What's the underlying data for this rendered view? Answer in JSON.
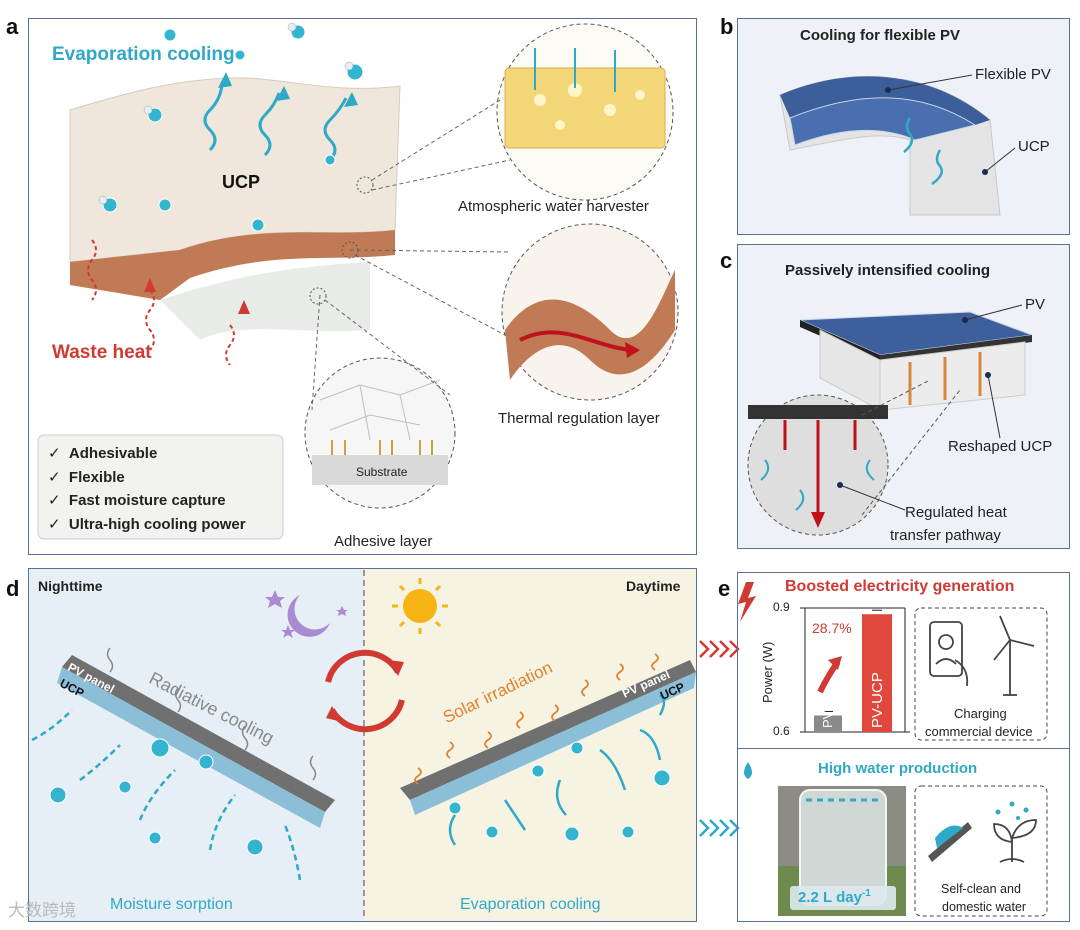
{
  "panels": {
    "a": {
      "label": "a",
      "evaporation": "Evaporation  cooling",
      "ucp": "UCP",
      "waste_heat": "Waste heat",
      "zoom_water": "Atmospheric water harvester",
      "zoom_thermal": "Thermal regulation layer",
      "zoom_adhesive": "Adhesive layer",
      "substrate": "Substrate",
      "features": [
        "Adhesivable",
        "Flexible",
        "Fast moisture capture",
        "Ultra-high cooling power"
      ],
      "check": "✓"
    },
    "b": {
      "label": "b",
      "title": "Cooling for flexible PV",
      "pv_label": "Flexible PV",
      "ucp_label": "UCP"
    },
    "c": {
      "label": "c",
      "title": "Passively intensified cooling",
      "pv_label": "PV",
      "reshaped": "Reshaped UCP",
      "pathway_1": "Regulated heat",
      "pathway_2": "transfer pathway"
    },
    "d": {
      "label": "d",
      "night": "Nighttime",
      "day": "Daytime",
      "radiative": "Radiative cooling",
      "solar": "Solar irradiation",
      "pv_panel_left": "PV panel",
      "ucp_left": "UCP",
      "pv_panel_right": "PV panel",
      "ucp_right": "UCP",
      "moisture": "Moisture sorption",
      "evap": "Evaporation cooling"
    },
    "e": {
      "label": "e",
      "boost_title": "Boosted electricity generation",
      "ylabel": "Power (W)",
      "percent": "28.7%",
      "charging_1": "Charging",
      "charging_2": "commercial device",
      "water_title": "High water production",
      "water_rate_value": "2.2 L day",
      "water_rate_exp": "-1",
      "selfclean_1": "Self-clean and",
      "selfclean_2": "domestic water"
    }
  },
  "chart_data": {
    "type": "bar",
    "categories": [
      "PV",
      "PV-UCP"
    ],
    "values": [
      0.64,
      0.885
    ],
    "ylabel": "Power (W)",
    "ylim": [
      0.6,
      0.9
    ],
    "yticks": [
      "0.6",
      "0.9"
    ],
    "annotation": "28.7%",
    "colors": [
      "#8a8a8a",
      "#e0483e"
    ]
  },
  "watermark": "大数跨境",
  "colors": {
    "teal": "#2fa9c7",
    "red": "#d03a32",
    "orange": "#e0822c",
    "frame": "#5a6f9a"
  }
}
